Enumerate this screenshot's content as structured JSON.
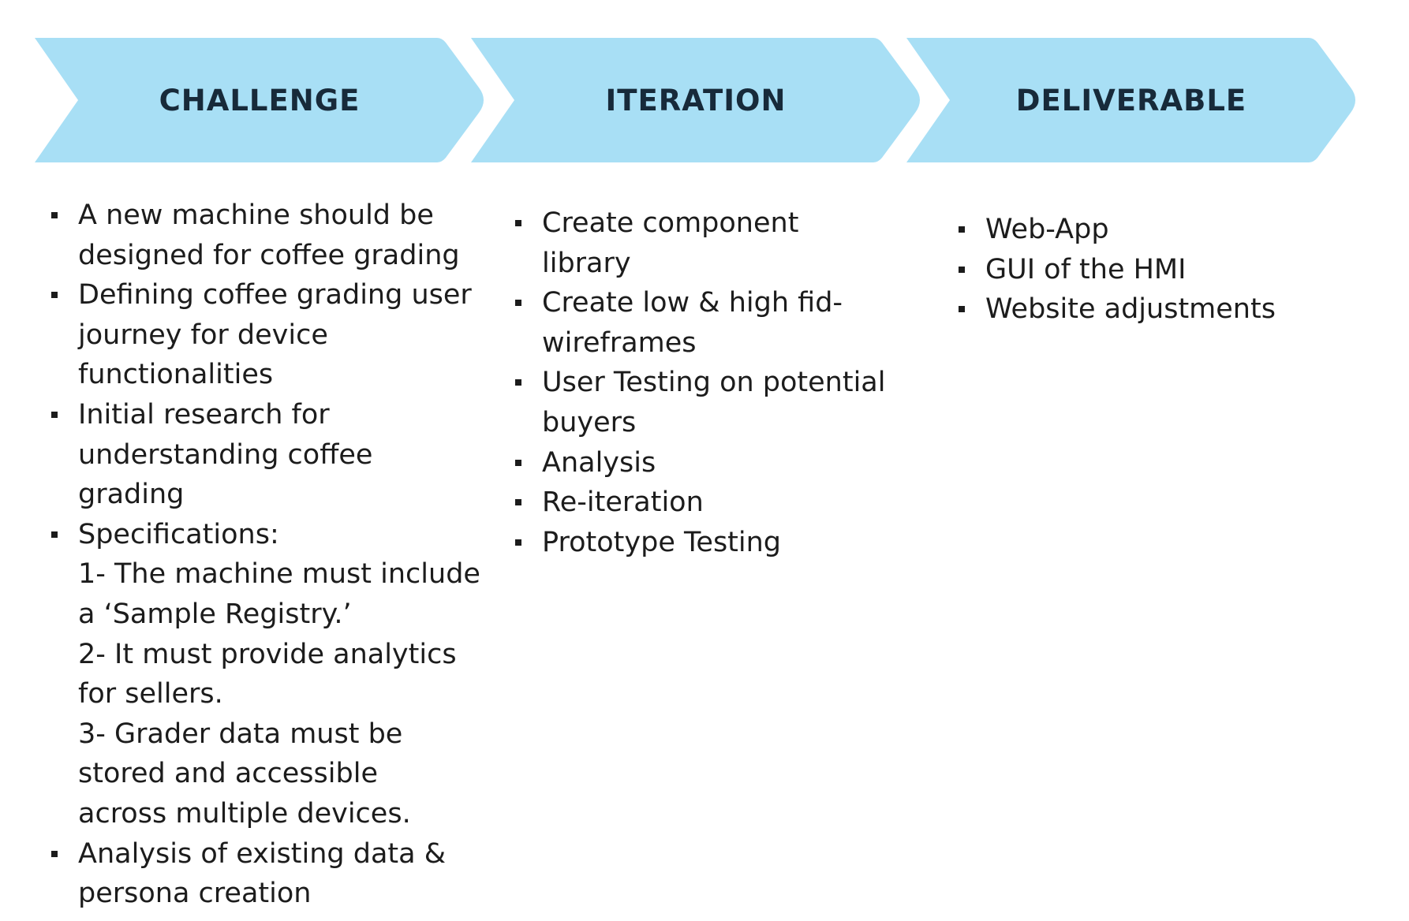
{
  "colors": {
    "chevron_fill": "#a8dff5",
    "header_text": "#172a3a",
    "body_text": "#1c1c1c",
    "bullet": "#1c1c1c",
    "background": "#ffffff"
  },
  "stages": [
    {
      "title": "CHALLENGE",
      "items": [
        {
          "lines": [
            "A new machine should be",
            "designed for coffee grading"
          ]
        },
        {
          "lines": [
            "Defining coffee grading user",
            "journey for device",
            "functionalities"
          ]
        },
        {
          "lines": [
            "Initial research for",
            "understanding coffee",
            "grading"
          ]
        },
        {
          "lines": [
            "Specifications:",
            "1- The machine must include",
            "a ‘Sample Registry.’",
            "2- It must provide analytics",
            "for sellers.",
            "3- Grader data must be",
            "stored and accessible",
            "across multiple devices."
          ]
        },
        {
          "lines": [
            "Analysis of existing data &",
            "persona creation"
          ]
        }
      ]
    },
    {
      "title": "ITERATION",
      "items": [
        {
          "lines": [
            "Create component",
            "library"
          ]
        },
        {
          "lines": [
            "Create low & high fid-",
            "wireframes"
          ]
        },
        {
          "lines": [
            "User Testing on potential",
            "buyers"
          ]
        },
        {
          "lines": [
            "Analysis"
          ]
        },
        {
          "lines": [
            "Re-iteration"
          ]
        },
        {
          "lines": [
            "Prototype Testing"
          ]
        }
      ]
    },
    {
      "title": "DELIVERABLE",
      "items": [
        {
          "lines": [
            "Web-App"
          ]
        },
        {
          "lines": [
            "GUI of the HMI"
          ]
        },
        {
          "lines": [
            "Website adjustments"
          ]
        }
      ]
    }
  ]
}
